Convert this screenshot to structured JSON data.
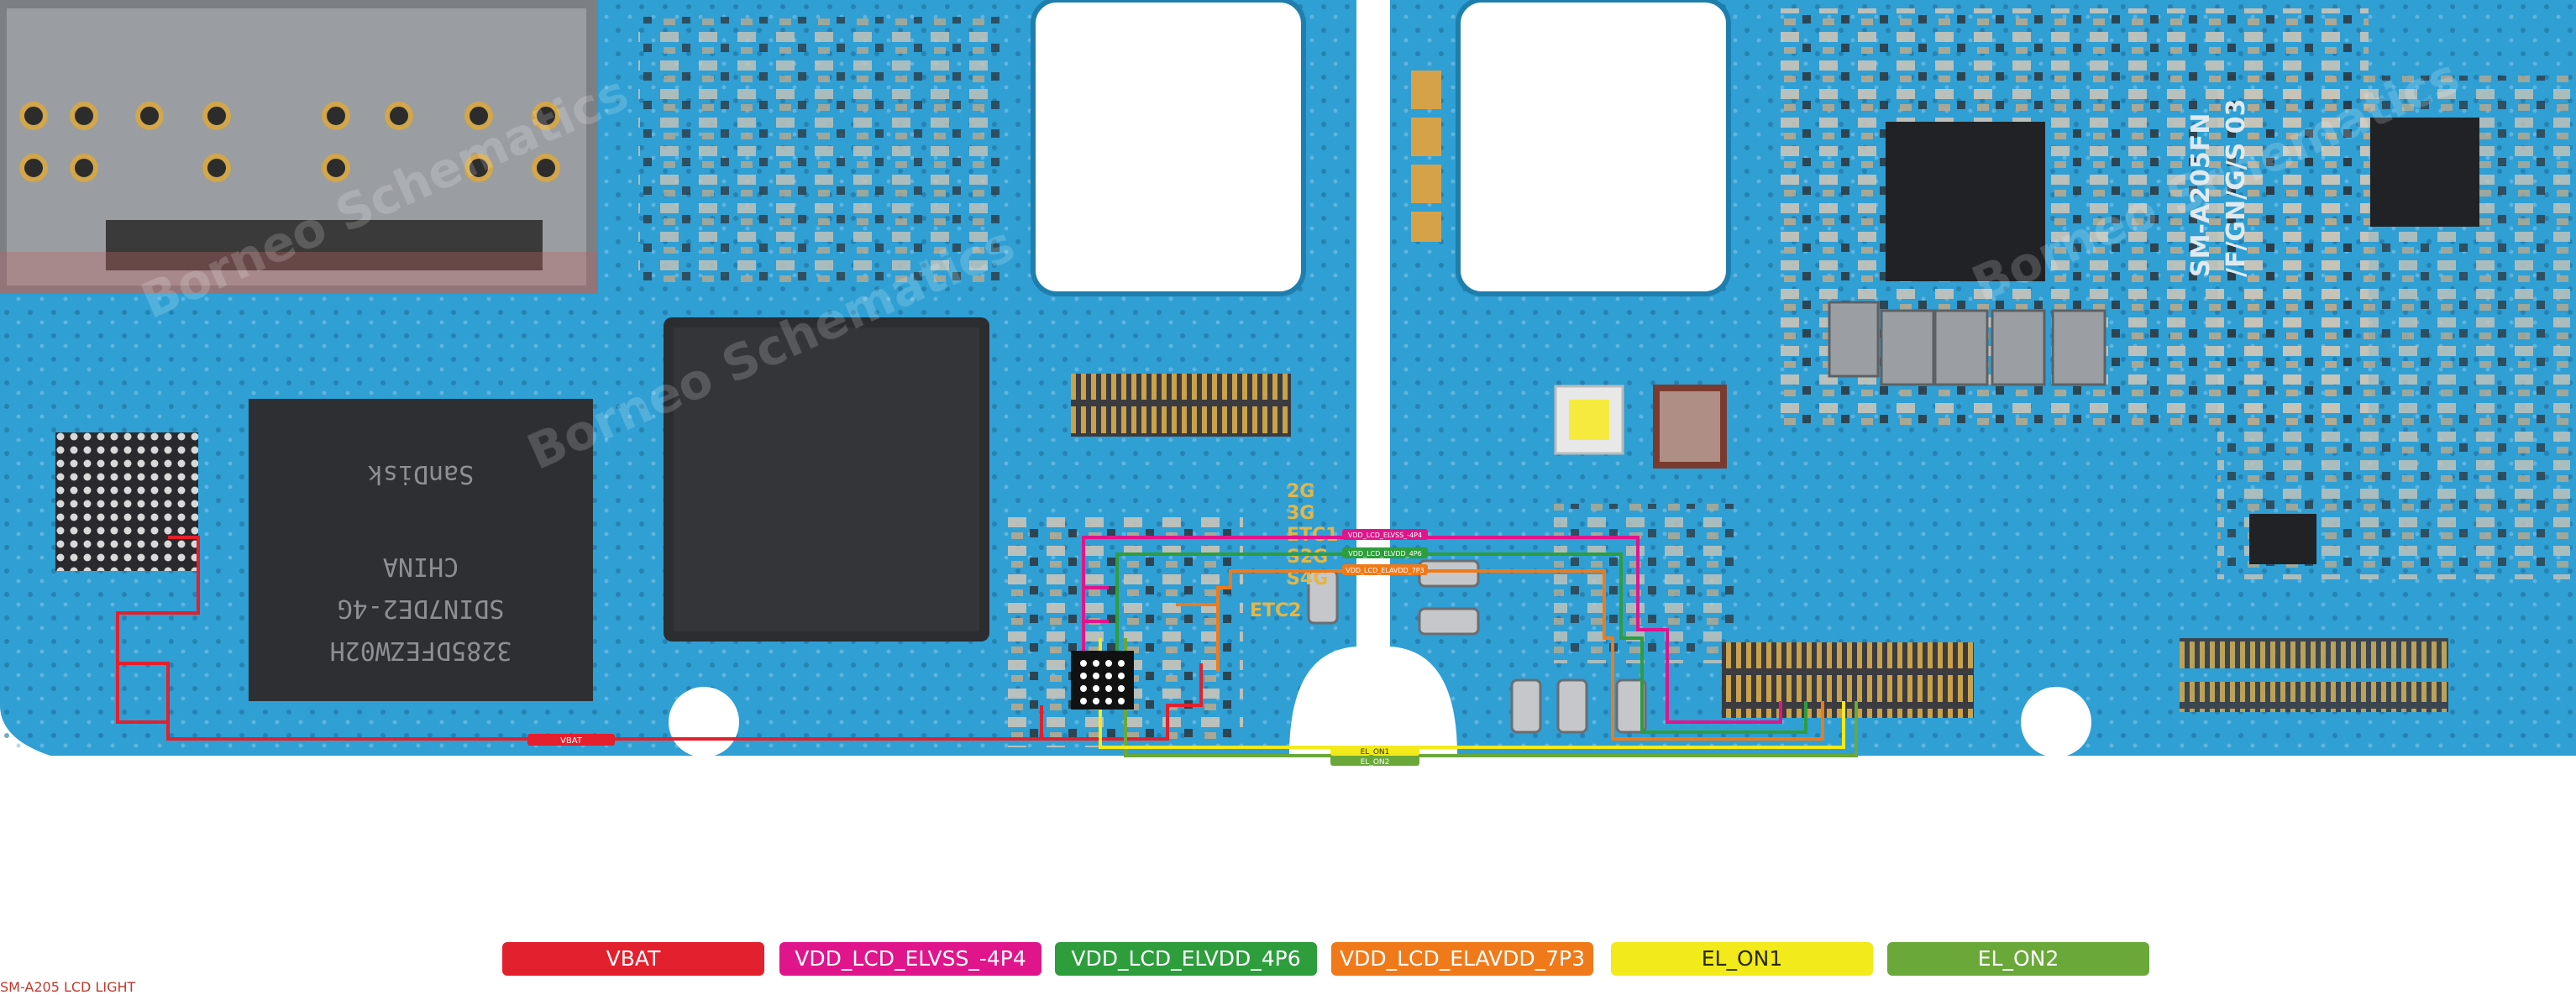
{
  "legend": [
    {
      "label": "VBAT",
      "color": "#e3202d"
    },
    {
      "label": "VDD_LCD_ELVSS_-4P4",
      "color": "#e0158c"
    },
    {
      "label": "VDD_LCD_ELVDD_4P6",
      "color": "#2e9d3c"
    },
    {
      "label": "VDD_LCD_ELAVDD_7P3",
      "color": "#f07a1a"
    },
    {
      "label": "EL_ON1",
      "color": "#f2ea1a"
    },
    {
      "label": "EL_ON2",
      "color": "#6aa83a"
    }
  ],
  "board_text": {
    "model": "SM-A205FN",
    "variant": "/F/GN/G/S 03",
    "chip_marks": [
      "SDIN7DE2-4G",
      "3285DFEZW02H",
      "CHINA",
      "SanDisk"
    ],
    "silk": [
      "2G",
      "3G",
      "ETC1",
      "S2G",
      "S4G",
      "ETC2"
    ],
    "watermark": "Borneo Schematics"
  },
  "trace_tags": {
    "vbat": "VBAT",
    "elvss": "VDD_LCD_ELVSS_-4P4",
    "elvdd": "VDD_LCD_ELVDD_4P6",
    "elavdd": "VDD_LCD_ELAVDD_7P3",
    "el_on1": "EL_ON1",
    "el_on2": "EL_ON2"
  },
  "caption": "SM-A205 LCD LIGHT"
}
